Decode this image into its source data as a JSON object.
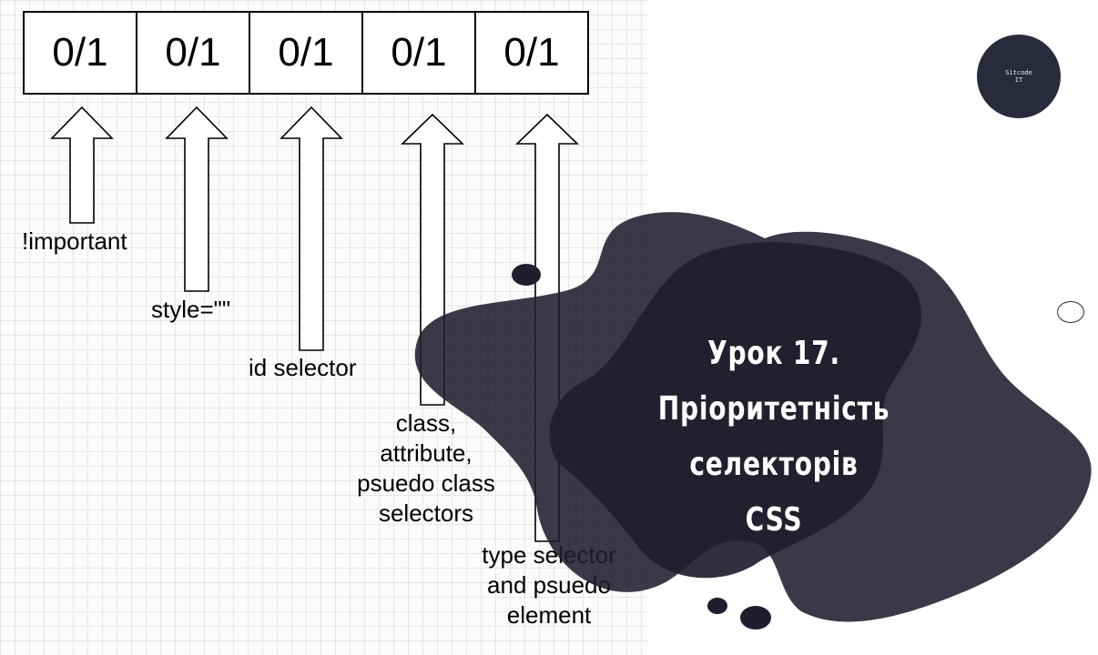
{
  "cells": [
    "0/1",
    "0/1",
    "0/1",
    "0/1",
    "0/1"
  ],
  "labels": {
    "important": "!important",
    "style": "style=\"\"",
    "id": "id selector",
    "class_line1": "class,",
    "class_line2": "attribute,",
    "class_line3": "psuedo class",
    "class_line4": "selectors",
    "type_line1": "type selector",
    "type_line2": "and psuedo",
    "type_line3": "element"
  },
  "title": {
    "line1": "Урок 17.",
    "line2": "Пріоритетність селекторів",
    "line3": "CSS"
  },
  "logo": {
    "line1": "Sitcode",
    "line2": "IT"
  },
  "colors": {
    "blob": "#1e1e2e",
    "title_text": "#ffffff",
    "grid_line": "#e6e6e6"
  }
}
